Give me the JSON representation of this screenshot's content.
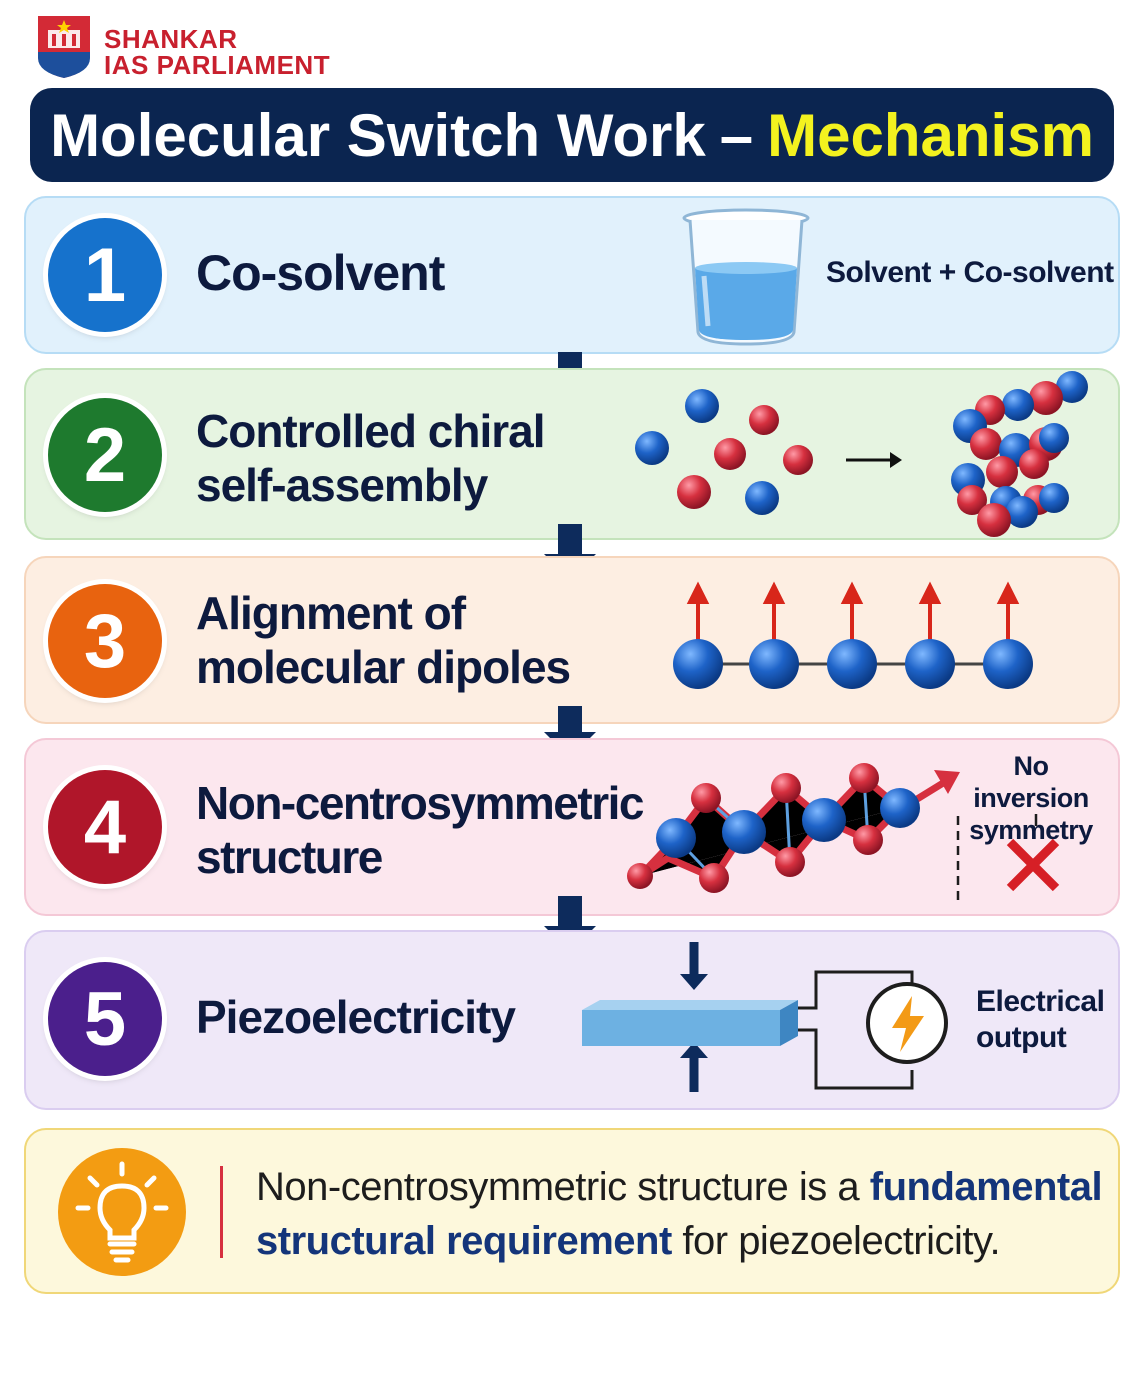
{
  "brand": {
    "line1": "SHANKAR",
    "line2": "IAS PARLIAMENT"
  },
  "title": {
    "main": "Molecular Switch Work",
    "dash": "–",
    "accent": "Mechanism"
  },
  "colors": {
    "navy": "#0b2550",
    "accent_yellow": "#f3f21f",
    "blue_atom": "#1e63c8",
    "red_atom": "#d6303f",
    "step1": "#1672cc",
    "step2": "#1e7a2e",
    "step3": "#e8630f",
    "step4": "#b0162a",
    "step5": "#4b1f8c",
    "bulb": "#f39c12"
  },
  "steps": [
    {
      "number": "1",
      "label": "Co-solvent",
      "caption": "Solvent + Co-solvent",
      "icon": "beaker-icon"
    },
    {
      "number": "2",
      "label_line1": "Controlled chiral",
      "label_line2": "self-assembly",
      "icon": "molecules-to-helix-icon"
    },
    {
      "number": "3",
      "label_line1": "Alignment of",
      "label_line2": "molecular dipoles",
      "icon": "dipole-chain-icon"
    },
    {
      "number": "4",
      "label_line1": "Non-centrosymmetric",
      "label_line2": "structure",
      "note_line1": "No inversion",
      "note_line2": "symmetry",
      "icon": "cross-icon"
    },
    {
      "number": "5",
      "label": "Piezoelectricity",
      "caption_line1": "Electrical",
      "caption_line2": "output",
      "icon": "lightning-bolt-icon"
    }
  ],
  "note": {
    "icon": "lightbulb-icon",
    "text1": "Non-centrosymmetric structure is a ",
    "highlight1": "fundamental",
    "highlight2": "structural requirement",
    "text2": " for piezoelectricity."
  }
}
